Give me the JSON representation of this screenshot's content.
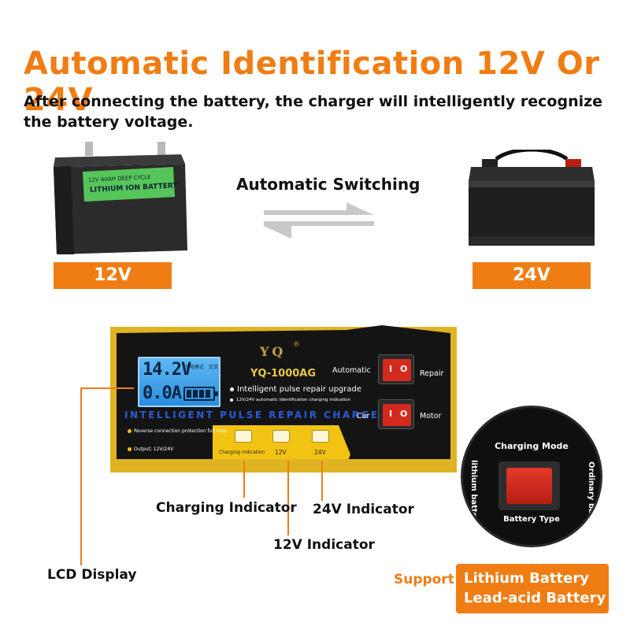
{
  "header": {
    "title": "Automatic Identification 12V Or 24V",
    "subtitle": "After connecting the battery, the charger will intelligently recognize the battery voltage."
  },
  "batteries": {
    "left_label_line1": "12V 40AH DEEP CYCLE",
    "left_label_line2": "LITHIUM ION BATTERY",
    "left_voltage": "12V",
    "right_voltage": "24V",
    "switch_text": "Automatic Switching"
  },
  "charger": {
    "lcd_voltage": "14.2V",
    "lcd_current": "0.0A",
    "lcd_mini1": "充电模式",
    "lcd_mini2": "交流",
    "brand": "YQ",
    "reg": "®",
    "model": "YQ-1000AG",
    "feature1": "Intelligent pulse repair upgrade",
    "feature2": "12V/24V automatic identification charging indication",
    "banner": "INTELLIGENT PULSE REPAIR CHARGER",
    "note1": "Reverse connection protection full stop",
    "note2": "Output; 12V/24V",
    "indicator_labels": [
      "Charging indication",
      "12V",
      "24V"
    ],
    "switch_top_left": "Automatic",
    "switch_top_right": "Repair",
    "switch_bottom_left": "Car",
    "switch_bottom_right": "Motor",
    "rocker_on": "I",
    "rocker_off": "O"
  },
  "callouts": {
    "lcd": "LCD Display",
    "charging": "Charging Indicator",
    "v12": "12V Indicator",
    "v24": "24V Indicator"
  },
  "zoom": {
    "mode": "Charging Mode",
    "type": "Battery Type",
    "left": "lithium battery",
    "right": "Ordinary battery"
  },
  "support": {
    "label": "Support",
    "items": [
      "Lithium Battery",
      "Lead-acid Battery"
    ]
  },
  "colors": {
    "accent": "#f07d14",
    "panel_yellow": "#f2c313",
    "panel_black": "#141414",
    "rocker_red": "#d42a1e"
  }
}
